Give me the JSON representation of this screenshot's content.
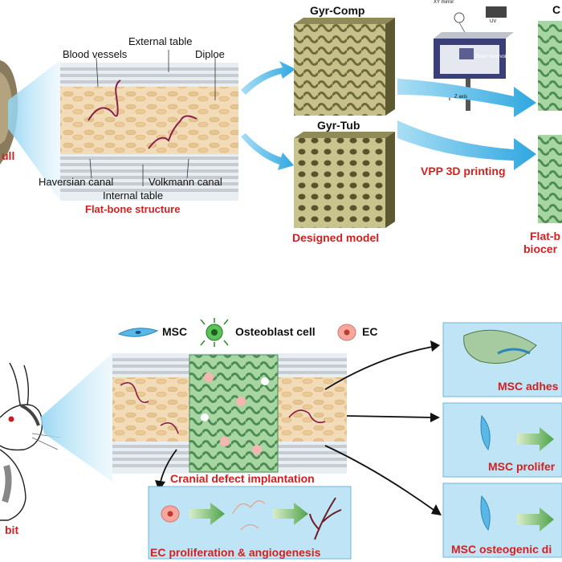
{
  "top": {
    "skull_label": "ull",
    "structure_labels": {
      "external_table": "External table",
      "blood_vessels": "Blood vessels",
      "diploe": "Diploe",
      "haversian_canal": "Haversian canal",
      "volkmann_canal": "Volkmann canal",
      "internal_table": "Internal table"
    },
    "flat_bone_caption": "Flat-bone structure",
    "model_top_title": "Gyr-Comp",
    "model_bottom_title": "Gyr-Tub",
    "designed_caption": "Designed model",
    "printer_labels": {
      "mirror": "XY mirror",
      "uv": "UV",
      "reservoir": "Resin reservoir",
      "axis": "Z axis"
    },
    "printing_caption": "VPP 3D printing",
    "right_title_fragment": "C",
    "right_caption_line1": "Flat-b",
    "right_caption_line2": "biocer"
  },
  "bottom": {
    "rabbit_label": "bit",
    "legend": {
      "msc": "MSC",
      "osteoblast": "Osteoblast cell",
      "ec": "EC"
    },
    "implant_caption": "Cranial defect implantation",
    "ec_caption": "EC proliferation & angiogenesis",
    "panel_captions": [
      "MSC adhes",
      "MSC prolifer",
      "MSC osteogenic di"
    ]
  },
  "colors": {
    "accent_red": "#d32020",
    "arrow_blue": "#48b6e8",
    "panel_blue": "#bfe4f5",
    "scaffold_green": "#7fb58a",
    "scaffold_tan": "#b8b070"
  }
}
